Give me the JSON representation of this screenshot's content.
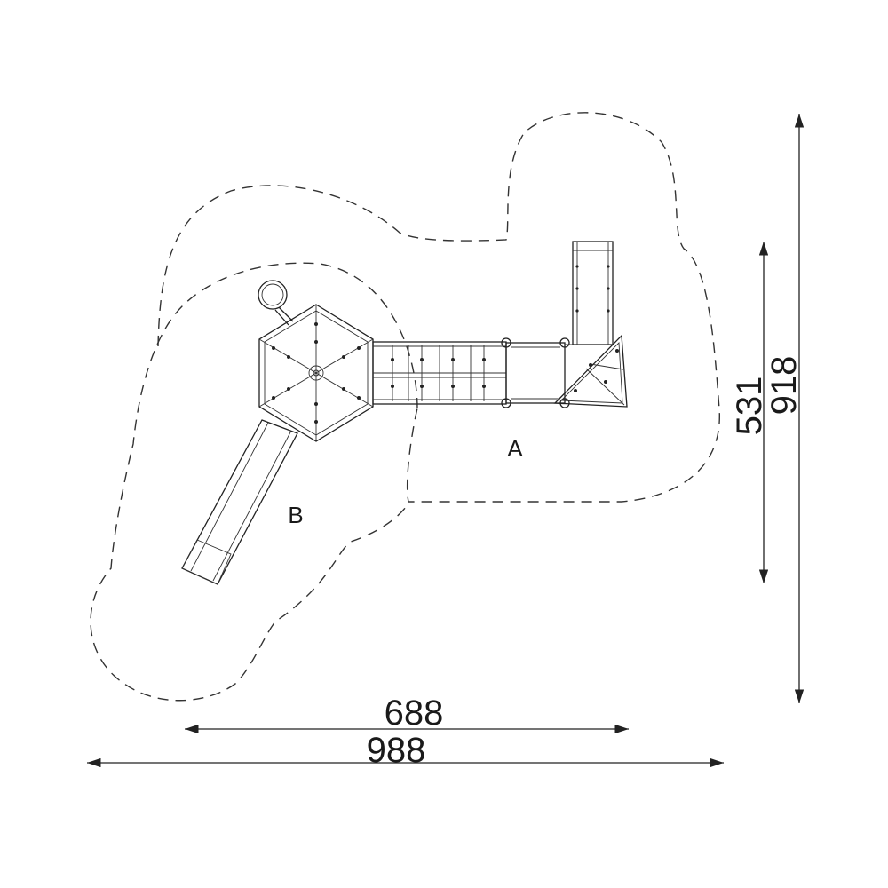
{
  "dimensions": {
    "width_inner": "688",
    "width_outer": "988",
    "height_inner": "531",
    "height_outer": "918"
  },
  "zones": {
    "a": "A",
    "b": "B"
  }
}
